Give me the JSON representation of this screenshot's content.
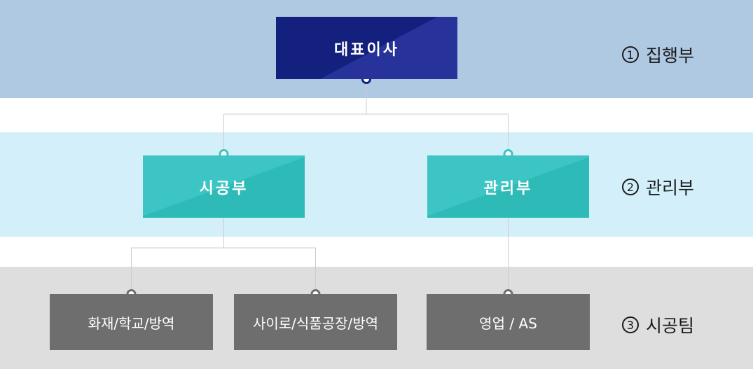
{
  "levels": [
    {
      "num": "1",
      "title": "집행부"
    },
    {
      "num": "2",
      "title": "관리부"
    },
    {
      "num": "3",
      "title": "시공팀"
    }
  ],
  "ceo": {
    "label": "대표이사"
  },
  "departments": [
    {
      "label": "시공부"
    },
    {
      "label": "관리부"
    }
  ],
  "teams": [
    {
      "label": "화재/학교/방역"
    },
    {
      "label": "사이로/식품공장/방역"
    },
    {
      "label": "영업 / AS"
    }
  ],
  "colors": {
    "band_exec": "#b0c9e3",
    "band_mgmt": "#d3eff9",
    "band_team": "#dedede",
    "ceo_box": "#13207e",
    "dept_box": "#3cc5c4",
    "team_box": "#6e6e6e"
  }
}
